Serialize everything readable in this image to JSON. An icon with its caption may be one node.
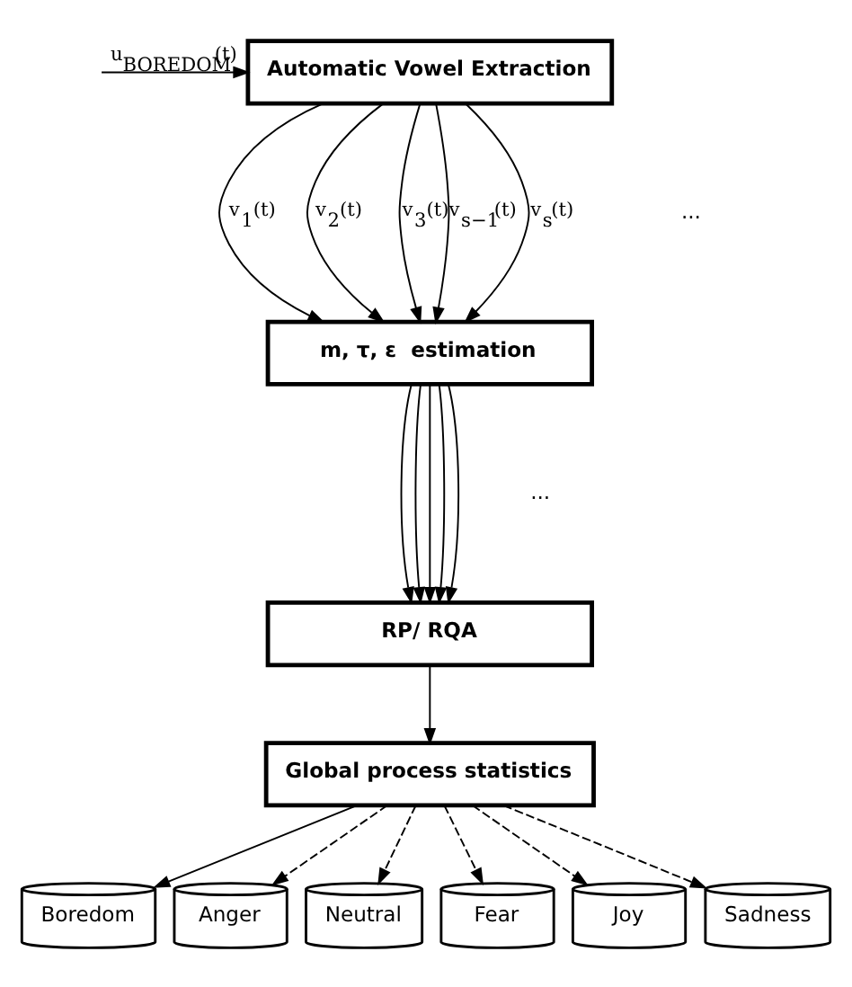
{
  "diagram": {
    "nodes": [
      {
        "text": [
          "Automatic Vowel Extraction"
        ]
      },
      {
        "text": [
          "m, τ, ε  estimation"
        ]
      },
      {
        "text": [
          "RP/ RQA"
        ]
      },
      {
        "text": [
          "Global process statistics"
        ]
      },
      {
        "text": [
          "Boredom"
        ]
      },
      {
        "text": [
          "Anger"
        ]
      },
      {
        "text": [
          "Neutral"
        ]
      },
      {
        "text": [
          "Fear"
        ]
      },
      {
        "text": [
          "Joy"
        ]
      },
      {
        "text": [
          "Sadness"
        ]
      }
    ],
    "edges": [
      {
        "from": null,
        "to": 0,
        "arrow": "to",
        "label": "u$_{BOREDOM}$(t)"
      },
      {
        "from": 0,
        "to": 1,
        "arrow": "to",
        "label": "v$_{1}$(t)"
      },
      {
        "from": 0,
        "to": 1,
        "arrow": "to",
        "label": "v$_{2}$(t)"
      },
      {
        "from": 0,
        "to": 1,
        "arrow": "to",
        "label": "v$_{3}$(t)"
      },
      {
        "from": 0,
        "to": 1,
        "arrow": "to",
        "label": "v$_{s−1}$(t)"
      },
      {
        "from": 0,
        "to": 1,
        "arrow": "to",
        "label": "v$_{s}$(t)"
      },
      {
        "from": 1,
        "to": 2,
        "arrow": "to"
      },
      {
        "from": 1,
        "to": 2,
        "arrow": "to"
      },
      {
        "from": 1,
        "to": 2,
        "arrow": "to"
      },
      {
        "from": 1,
        "to": 2,
        "arrow": "to"
      },
      {
        "from": 1,
        "to": 2,
        "arrow": "to"
      },
      {
        "from": 2,
        "to": 3,
        "arrow": "to"
      },
      {
        "from": 3,
        "to": 4,
        "arrow": "to"
      },
      {
        "from": 3,
        "to": 5,
        "arrow": "to",
        "style": "dashed"
      },
      {
        "from": 3,
        "to": 6,
        "arrow": "to",
        "style": "dashed"
      },
      {
        "from": 3,
        "to": 7,
        "arrow": "to",
        "style": "dashed"
      },
      {
        "from": 3,
        "to": 8,
        "arrow": "to",
        "style": "dashed"
      },
      {
        "from": 3,
        "to": 9,
        "arrow": "to",
        "style": "dashed"
      }
    ],
    "labels": [
      "...",
      "..."
    ]
  }
}
